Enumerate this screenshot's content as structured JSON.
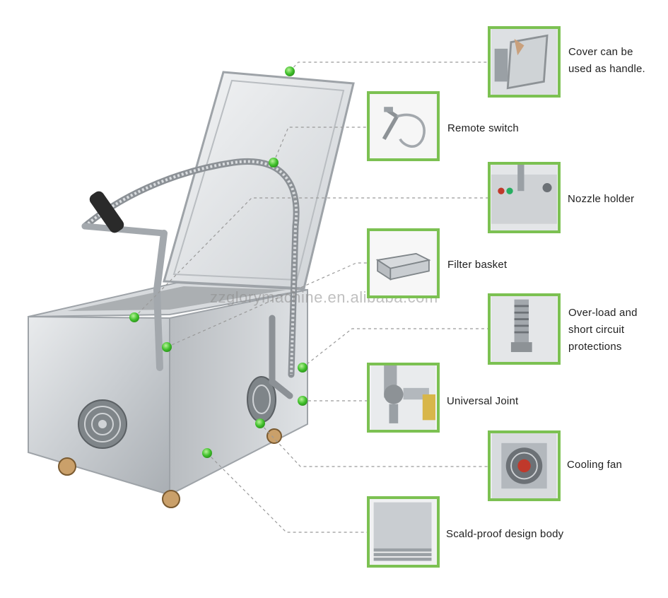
{
  "watermark": "zzglorymachine.en.alibaba.com",
  "accent": "#7cc152",
  "features": [
    {
      "label": "Cover can be\nused as handle.",
      "icon": "cover-handle-photo"
    },
    {
      "label": "Remote switch",
      "icon": "remote-switch-photo"
    },
    {
      "label": "Nozzle holder",
      "icon": "nozzle-holder-photo"
    },
    {
      "label": "Filter basket",
      "icon": "filter-basket-photo"
    },
    {
      "label": "Over-load and\nshort circuit\nprotections",
      "icon": "overload-protection-photo"
    },
    {
      "label": "Universal Joint",
      "icon": "universal-joint-photo"
    },
    {
      "label": "Cooling fan",
      "icon": "cooling-fan-photo"
    },
    {
      "label": "Scald-proof design body",
      "icon": "scald-proof-body-photo"
    }
  ]
}
